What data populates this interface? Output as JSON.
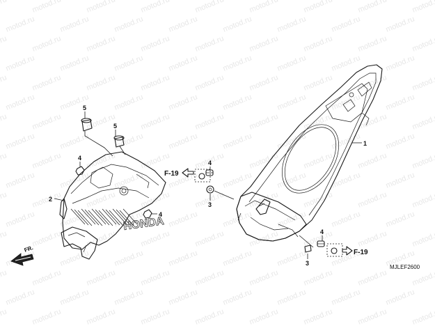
{
  "watermark_text": "motod.ru",
  "callouts": {
    "c1": "1",
    "c2": "2",
    "c3a": "3",
    "c3b": "3",
    "c4a": "4",
    "c4b": "4",
    "c4c": "4",
    "c4d": "4",
    "c5a": "5",
    "c5b": "5"
  },
  "references": {
    "f19_left": "F-19",
    "f19_right": "F-19"
  },
  "front_label": "FR.",
  "brand_text": "HONDA",
  "diagram_code": "MJLEF2600"
}
